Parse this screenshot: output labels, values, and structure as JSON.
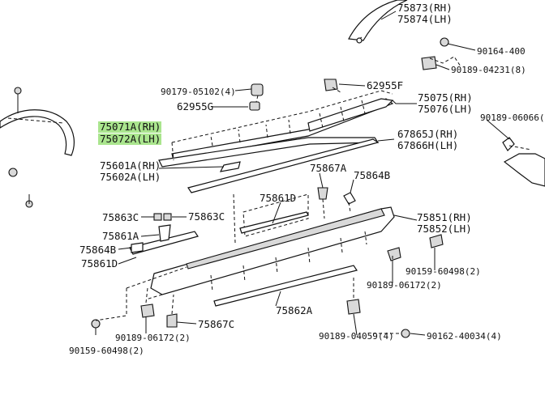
{
  "labels": {
    "p75873": "75873(RH)",
    "p75874": "75874(LH)",
    "p90164": "90164-400",
    "p90189_04231": "90189-04231(8)",
    "p90179": "90179-05102(4)",
    "p62955F": "62955F",
    "p62955G": "62955G",
    "p75075": "75075(RH)",
    "p75076": "75076(LH)",
    "p90189_06066": "90189-06066(",
    "p75071A": "75071A(RH)",
    "p75072A": "75072A(LH)",
    "p67865J": "67865J(RH)",
    "p67866H": "67866H(LH)",
    "p75601A": "75601A(RH)",
    "p75602A": "75602A(LH)",
    "p75867A": "75867A",
    "p75864B_top": "75864B",
    "p75861D_top": "75861D",
    "p75863C_l": "75863C",
    "p75863C_r": "75863C",
    "p75851": "75851(RH)",
    "p75852": "75852(LH)",
    "p75861A": "75861A",
    "p75864B_left": "75864B",
    "p75861D_left": "75861D",
    "p90159_right": "90159-60498(2)",
    "p90189_06172_right": "90189-06172(2)",
    "p75862A": "75862A",
    "p90189_06172_bottom": "90189-06172(2)",
    "p75867C": "75867C",
    "p90159_left": "90159-60498(2)",
    "p90189_04059": "90189-04059(4)",
    "p90162": "90162-40034(4)"
  },
  "highlight_color": "#9be07a"
}
